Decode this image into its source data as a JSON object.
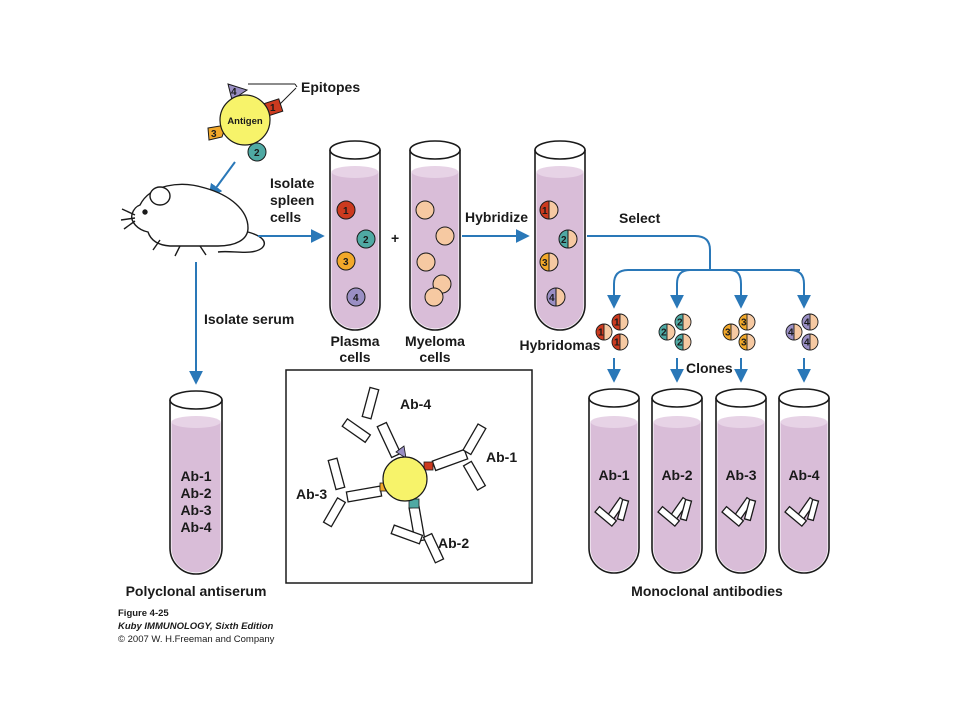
{
  "labels": {
    "epitopes": "Epitopes",
    "antigen": "Antigen",
    "isolate_spleen_cells": [
      "Isolate",
      "spleen",
      "cells"
    ],
    "plus": "+",
    "hybridize": "Hybridize",
    "select": "Select",
    "isolate_serum": "Isolate serum",
    "plasma_cells": [
      "Plasma",
      "cells"
    ],
    "myeloma_cells": [
      "Myeloma",
      "cells"
    ],
    "hybridomas": "Hybridomas",
    "clones": "Clones",
    "polyclonal_antiserum": "Polyclonal antiserum",
    "monoclonal_antibodies": "Monoclonal antibodies"
  },
  "epitope_numbers": [
    "1",
    "2",
    "3",
    "4"
  ],
  "polyclonal_tube_contents": [
    "Ab-1",
    "Ab-2",
    "Ab-3",
    "Ab-4"
  ],
  "monoclonal_tubes": [
    "Ab-1",
    "Ab-2",
    "Ab-3",
    "Ab-4"
  ],
  "inset_antibodies": [
    "Ab-4",
    "Ab-1",
    "Ab-3",
    "Ab-2"
  ],
  "caption": {
    "figure": "Figure 4-25",
    "book": "Kuby IMMUNOLOGY, Sixth Edition",
    "copyright": "© 2007 W. H.Freeman and Company"
  },
  "colors": {
    "arrow": "#2a78b8",
    "liquid": "#d9bdd8",
    "antigen": "#f7f36a",
    "epitope_1": "#cc3a1f",
    "epitope_2": "#4fa9a3",
    "epitope_3": "#f2a82a",
    "epitope_4": "#9a8fc4",
    "myeloma": "#f6c9a2"
  }
}
